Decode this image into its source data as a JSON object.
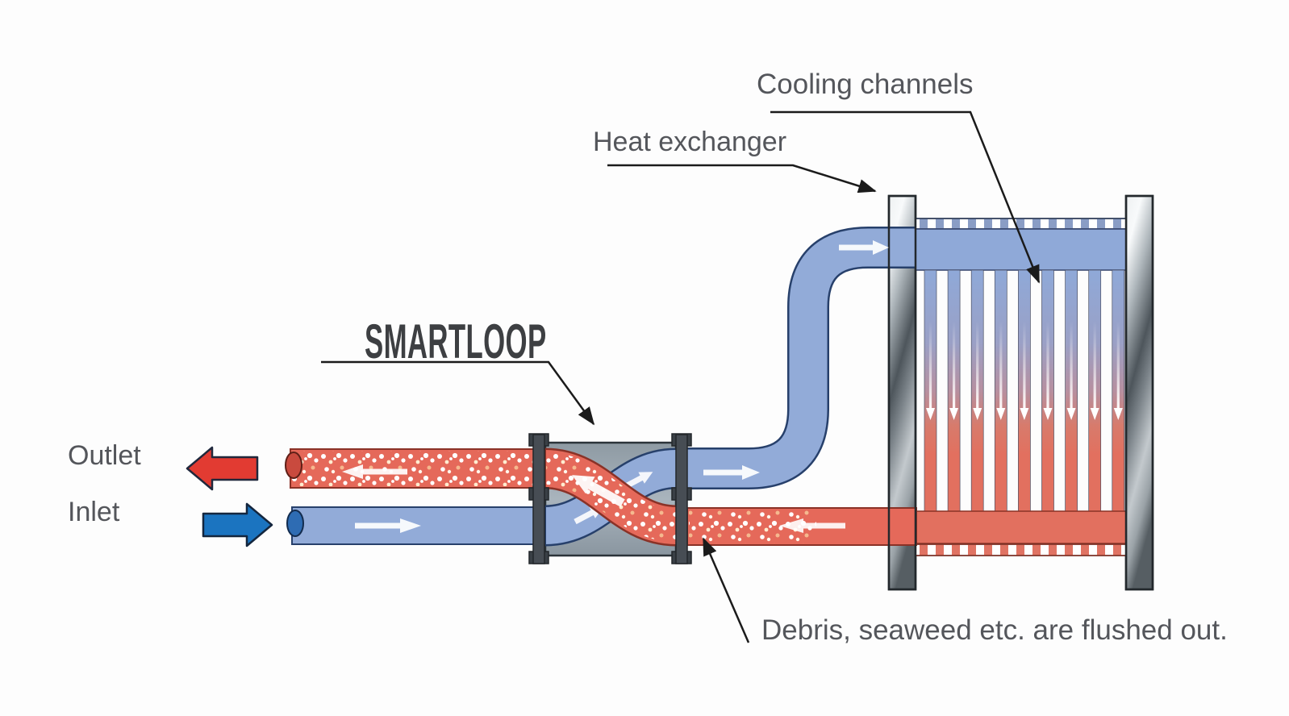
{
  "diagram": {
    "title": "SMARTLOOP backflush cooling system diagram",
    "labels": {
      "cooling_channels": "Cooling channels",
      "heat_exchanger": "Heat exchanger",
      "smartloop": "SMARTLOOP",
      "outlet": "Outlet",
      "inlet": "Inlet",
      "debris_note": "Debris, seaweed etc. are flushed out."
    },
    "flow": {
      "outlet_direction": "left",
      "inlet_direction": "right",
      "cooling_channel_flow": "down",
      "backflush_pipe_flow": "left",
      "supply_pipe_flow": "right"
    },
    "colors": {
      "pipe_red": "#e5695a",
      "pipe_red_stroke": "#8a3227",
      "pipe_blue": "#92abd8",
      "pipe_blue_stroke": "#27406b",
      "valve_body": "#9fabb4",
      "manifold_blue": "#8fa9d8",
      "manifold_red": "#e2705f",
      "outlet_arrow": "#e23b32",
      "inlet_arrow": "#1b74c0",
      "label_text": "#54565b",
      "smartloop_text": "#3d3f42",
      "annotation_line": "#1b1b1b",
      "flow_arrow": "#ffffff",
      "background": "#fdfdfd"
    }
  }
}
